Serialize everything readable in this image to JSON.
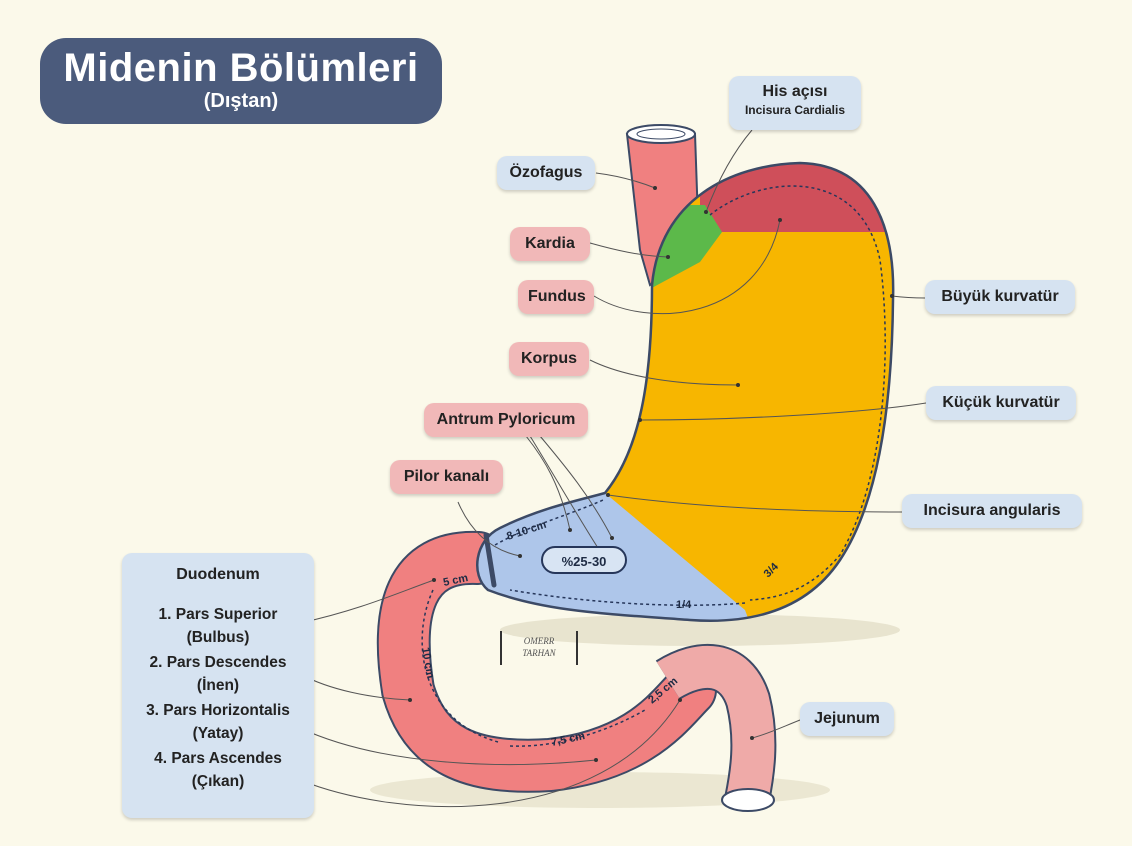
{
  "title": {
    "main": "Midenin Bölümleri",
    "sub": "(Dıştan)"
  },
  "labels": {
    "his_title": "His açısı",
    "his_sub": "Incisura Cardialis",
    "ozofagus": "Özofagus",
    "kardia": "Kardia",
    "fundus": "Fundus",
    "korpus": "Korpus",
    "antrum": "Antrum Pyloricum",
    "pilor": "Pilor kanalı",
    "buyuk": "Büyük kurvatür",
    "kucuk": "Küçük kurvatür",
    "incisura": "Incisura angularis",
    "jejunum": "Jejunum"
  },
  "duodenum": {
    "title": "Duodenum",
    "parts": [
      {
        "name": "1. Pars Superior",
        "alt": "(Bulbus)"
      },
      {
        "name": "2. Pars Descendes",
        "alt": "(İnen)"
      },
      {
        "name": "3. Pars Horizontalis",
        "alt": "(Yatay)"
      },
      {
        "name": "4. Pars Ascendes",
        "alt": "(Çıkan)"
      }
    ]
  },
  "measurements": {
    "antrum_length": "8-10 cm",
    "percent": "%25-30",
    "quarter": "1/4",
    "three_quarter": "3/4",
    "sup": "5 cm",
    "desc": "10 cm",
    "horiz": "7,5 cm",
    "asc": "2,5 cm"
  },
  "signature": {
    "line1": "OMERR",
    "line2": "TARHAN"
  },
  "colors": {
    "background": "#fbf9ea",
    "title_box": "#4b5b7c",
    "label_blue": "#d6e3f1",
    "label_pink": "#f1b8b8",
    "esophagus": "#f08080",
    "cardia": "#5cb94a",
    "fundus": "#cf4f5a",
    "body": "#f7b600",
    "antrum": "#aec6ea",
    "duodenum": "#f08080",
    "jejunum": "#efaaa8"
  }
}
